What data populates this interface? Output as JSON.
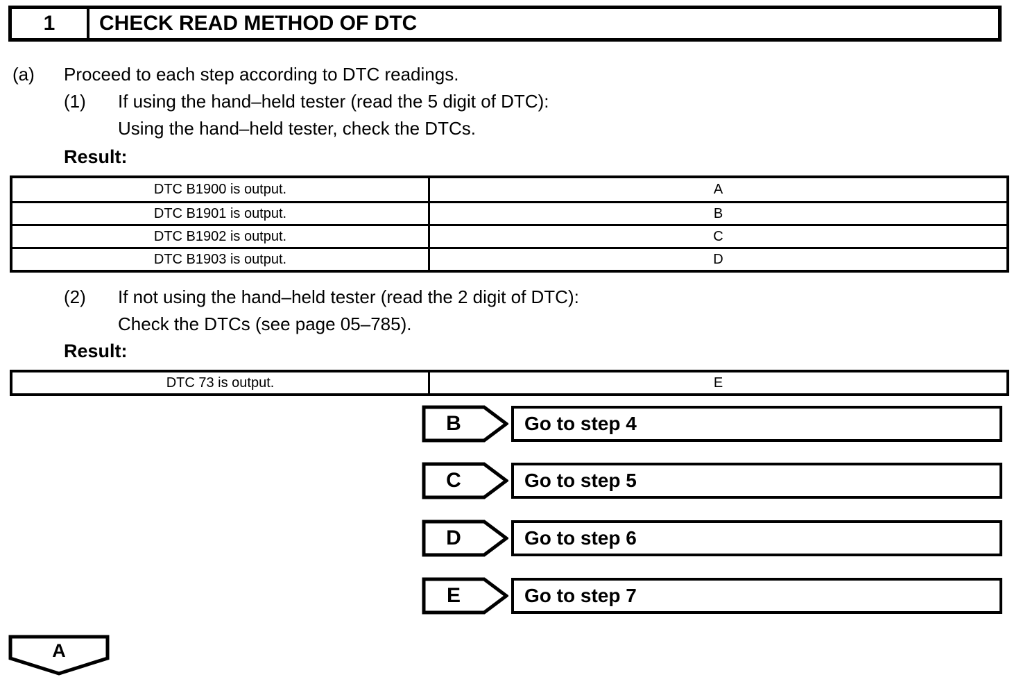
{
  "header": {
    "step_number": "1",
    "title": "CHECK READ METHOD OF DTC"
  },
  "instructions": {
    "a_label": "(a)",
    "a_text": "Proceed to each step according to DTC readings.",
    "sub1_label": "(1)",
    "sub1_line1": "If using the hand–held tester (read the 5 digit of DTC):",
    "sub1_line2": "Using the hand–held tester, check the DTCs.",
    "result1_label": "Result:",
    "sub2_label": "(2)",
    "sub2_line1": "If not using the hand–held tester (read the 2 digit of DTC):",
    "sub2_line2": "Check the DTCs (see page 05–785).",
    "result2_label": "Result:"
  },
  "result_table_1": {
    "rows": [
      {
        "condition": "DTC B1900 is output.",
        "proceed": "A"
      },
      {
        "condition": "DTC B1901 is output.",
        "proceed": "B"
      },
      {
        "condition": "DTC B1902 is output.",
        "proceed": "C"
      },
      {
        "condition": "DTC B1903 is output.",
        "proceed": "D"
      }
    ]
  },
  "result_table_2": {
    "rows": [
      {
        "condition": "DTC 73 is output.",
        "proceed": "E"
      }
    ]
  },
  "branches": [
    {
      "label": "B",
      "action": "Go to step 4"
    },
    {
      "label": "C",
      "action": "Go to step 5"
    },
    {
      "label": "D",
      "action": "Go to step 6"
    },
    {
      "label": "E",
      "action": "Go to step 7"
    }
  ],
  "connector": {
    "label": "A"
  },
  "colors": {
    "ink": "#000000",
    "paper": "#ffffff"
  }
}
